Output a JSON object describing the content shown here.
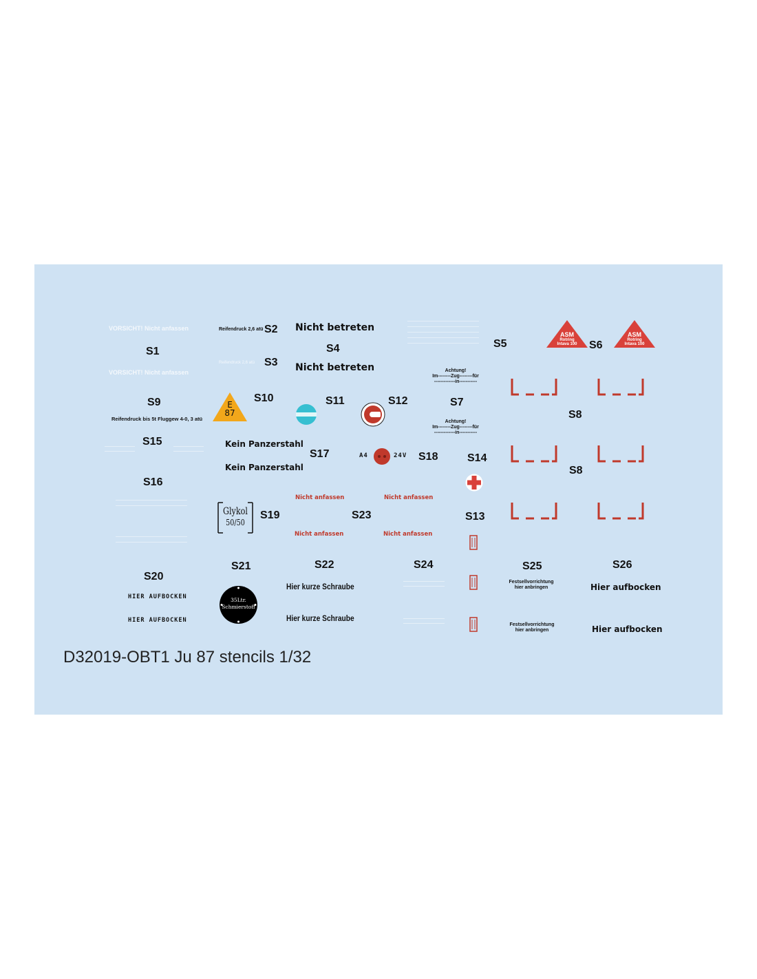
{
  "sheet": {
    "background": "#cfe2f3",
    "title": "D32019-OBT1 Ju 87 stencils 1/32",
    "labels": {
      "s1": "S1",
      "s2": "S2",
      "s3": "S3",
      "s4": "S4",
      "s5": "S5",
      "s6": "S6",
      "s7": "S7",
      "s8a": "S8",
      "s8b": "S8",
      "s9": "S9",
      "s10": "S10",
      "s11": "S11",
      "s12": "S12",
      "s13": "S13",
      "s14": "S14",
      "s15": "S15",
      "s16": "S16",
      "s17": "S17",
      "s18": "S18",
      "s19": "S19",
      "s20": "S20",
      "s21": "S21",
      "s22": "S22",
      "s23": "S23",
      "s24": "S24",
      "s25": "S25",
      "s26": "S26"
    },
    "stencils": {
      "vorsicht": "VORSICHT! Nicht anfassen",
      "reifendruck_s2": "Reifendruck 2,6 atü",
      "reifendruck_s9": "Reifendruck bis 5t Fluggew 4-0, 3 atü",
      "nicht_betreten": "Nicht betreten",
      "kein_panzerstahl": "Kein Panzerstahl",
      "nicht_anfassen": "Nicht anfassen",
      "hier_aufbocken_caps": "HIER AUFBOCKEN",
      "hier_kurze_schraube": "Hier kurze Schraube",
      "hier_aufbocken": "Hier aufbocken",
      "festsell_line1": "Festsellvorrichtung",
      "festsell_line2": "hier anbringen",
      "achtung": "Achtung!",
      "zug_line": "Im--------Zug--------für",
      "zug_line2": "-------------in-----------",
      "a4": "A4",
      "v24": "24V",
      "e87_top": "E",
      "e87_bottom": "87",
      "asm_1": "ASM",
      "asm_2": "Rotring",
      "asm_3": "Intava 100",
      "glykol_1": "Glykol",
      "glykol_2": "50/50",
      "schmierstoff_1": "35Ltr.",
      "schmierstoff_2": "Schmierstoff"
    },
    "colors": {
      "stencil_red": "#c0392b",
      "triangle_orange": "#f2a71b",
      "triangle_red": "#d9413a",
      "disc_cyan": "#36bfd1"
    },
    "icons": [
      "warning-triangle-e87",
      "asm-triangle",
      "red-cross",
      "crank-handle-symbol",
      "socket-symbol",
      "cyan-disc",
      "bracket-mark",
      "tie-down-mark"
    ]
  }
}
